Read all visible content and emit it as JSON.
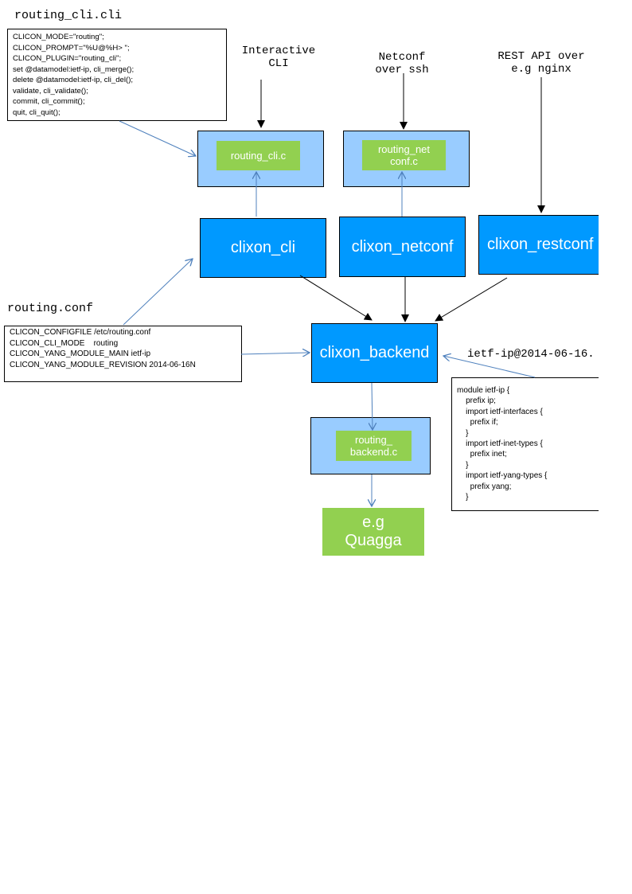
{
  "cli_file": {
    "title": "routing_cli.cli",
    "lines": [
      "CLICON_MODE=\"routing\";",
      "CLICON_PROMPT=\"%U@%H> \";",
      "CLICON_PLUGIN=\"routing_cli\";",
      "set @datamodel:ietf-ip, cli_merge();",
      "delete @datamodel:ietf-ip, cli_del();",
      "validate, cli_validate();",
      "commit, cli_commit();",
      "quit, cli_quit();"
    ]
  },
  "inputs": {
    "interactive_cli": "Interactive\nCLI",
    "netconf": "Netconf\nover ssh",
    "restapi": "REST API over\ne.g nginx"
  },
  "plugins": {
    "cli": "routing_cli.c",
    "netconf": "routing_net\nconf.c",
    "backend": "routing_\nbackend.c"
  },
  "components": {
    "cli": "clixon_cli",
    "netconf": "clixon_netconf",
    "restconf": "clixon_restconf",
    "backend": "clixon_backend",
    "quagga": "e.g\nQuagga"
  },
  "conf_file": {
    "title": "routing.conf",
    "lines": [
      "CLICON_CONFIGFILE /etc/routing.conf",
      "CLICON_CLI_MODE    routing",
      "CLICON_YANG_MODULE_MAIN ietf-ip",
      "CLICON_YANG_MODULE_REVISION 2014-06-16N"
    ]
  },
  "yang_file": {
    "title": "ietf-ip@2014-06-16.",
    "lines": [
      "module ietf-ip {",
      "    prefix ip;",
      "    import ietf-interfaces {",
      "      prefix if;",
      "    }",
      "    import ietf-inet-types {",
      "      prefix inet;",
      "    }",
      "    import ietf-yang-types {",
      "      prefix yang;",
      "    }"
    ]
  },
  "colors": {
    "component": "#0099ff",
    "plugin_container": "#99ccff",
    "plugin": "#92d050",
    "arrow_link": "#4f81bd"
  }
}
